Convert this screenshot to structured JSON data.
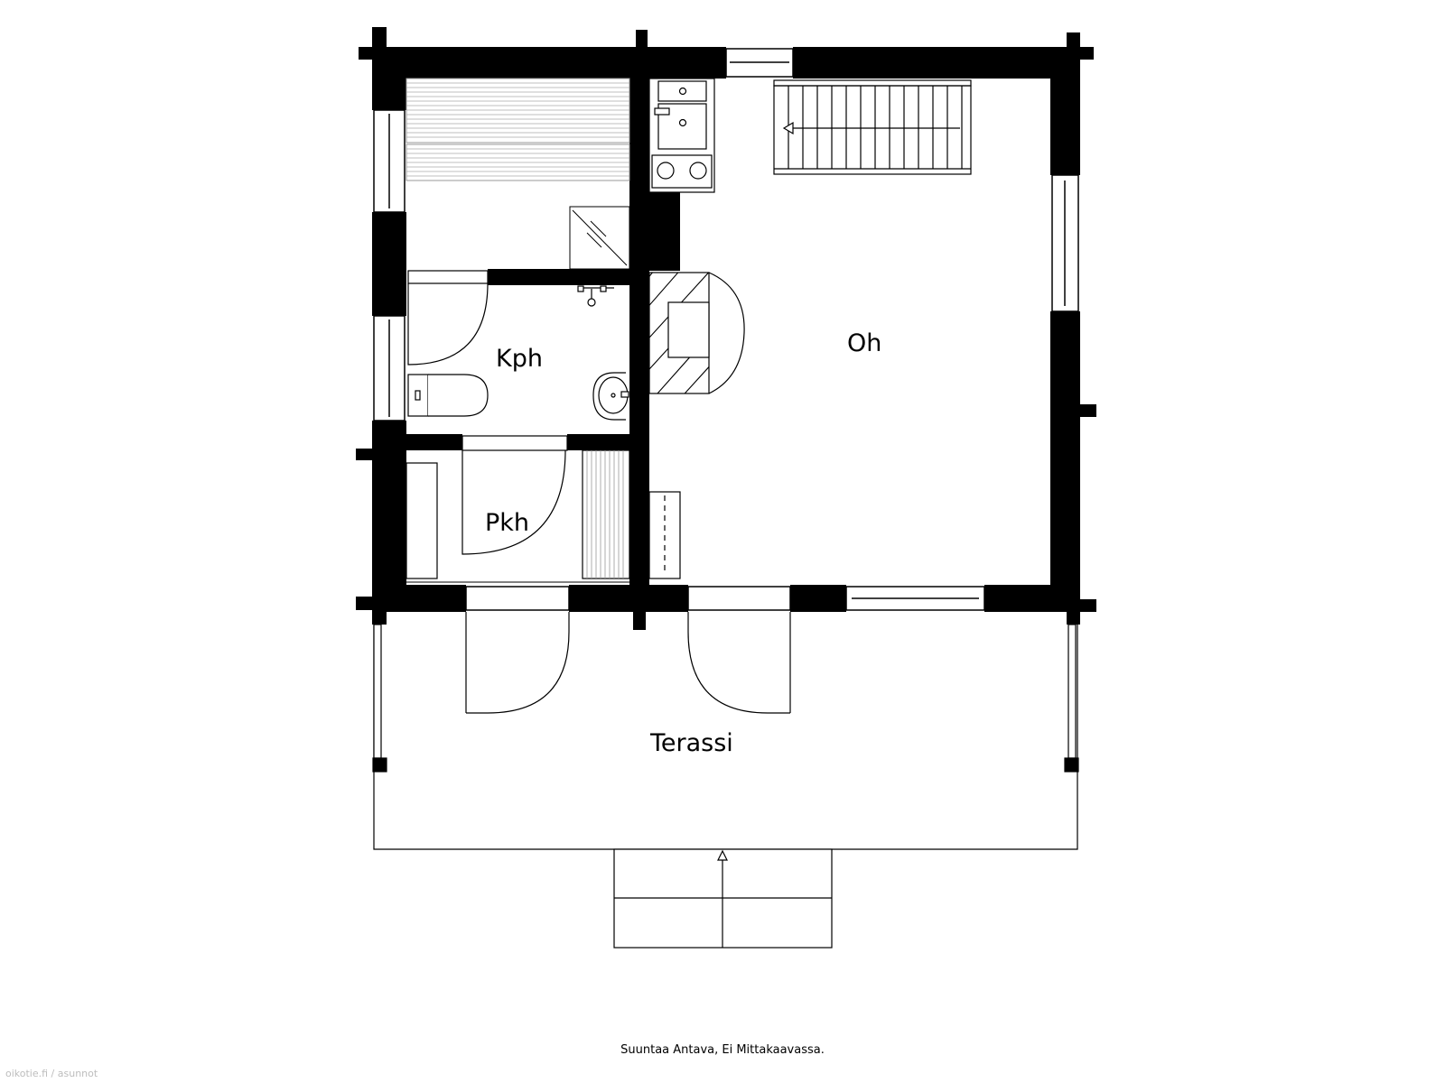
{
  "rooms": {
    "kph": "Kph",
    "oh": "Oh",
    "pkh": "Pkh",
    "terassi": "Terassi"
  },
  "caption": "Suuntaa Antava, Ei Mittakaavassa.",
  "watermark": "oikotie.fi / asunnot"
}
